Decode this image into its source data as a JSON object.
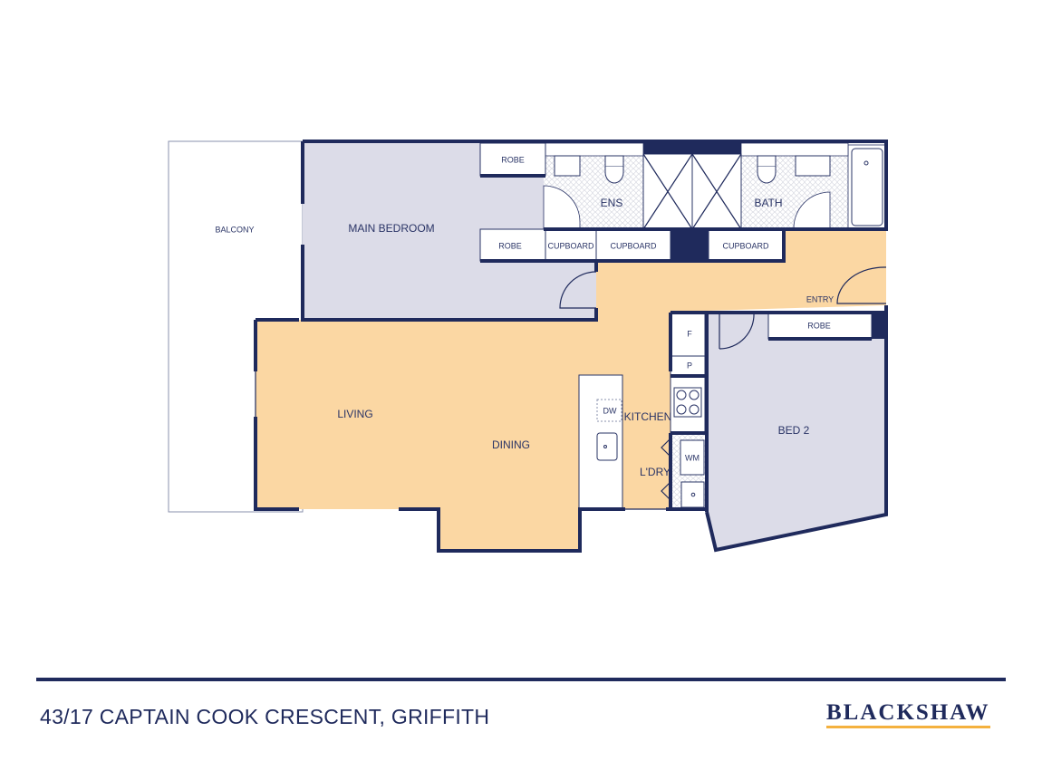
{
  "colors": {
    "wall": "#1f2a5c",
    "living": "#fbd7a3",
    "bedroom": "#dcdce8",
    "accent": "#f4b13e"
  },
  "rooms": {
    "balcony": "BALCONY",
    "main_bedroom": "MAIN BEDROOM",
    "ens": "ENS",
    "bath": "BATH",
    "robe1": "ROBE",
    "robe2": "ROBE",
    "robe3": "ROBE",
    "cupboard1": "CUPBOARD",
    "cupboard2": "CUPBOARD",
    "cupboard3": "CUPBOARD",
    "entry": "ENTRY",
    "living": "LIVING",
    "dining": "DINING",
    "kitchen": "KITCHEN",
    "laundry": "L'DRY",
    "bed2": "BED 2",
    "fridge": "F",
    "pantry": "P",
    "dishwasher": "DW",
    "washing_machine": "WM"
  },
  "footer": {
    "address": "43/17 CAPTAIN COOK CRESCENT, GRIFFITH",
    "brand": "BLACKSHAW"
  }
}
